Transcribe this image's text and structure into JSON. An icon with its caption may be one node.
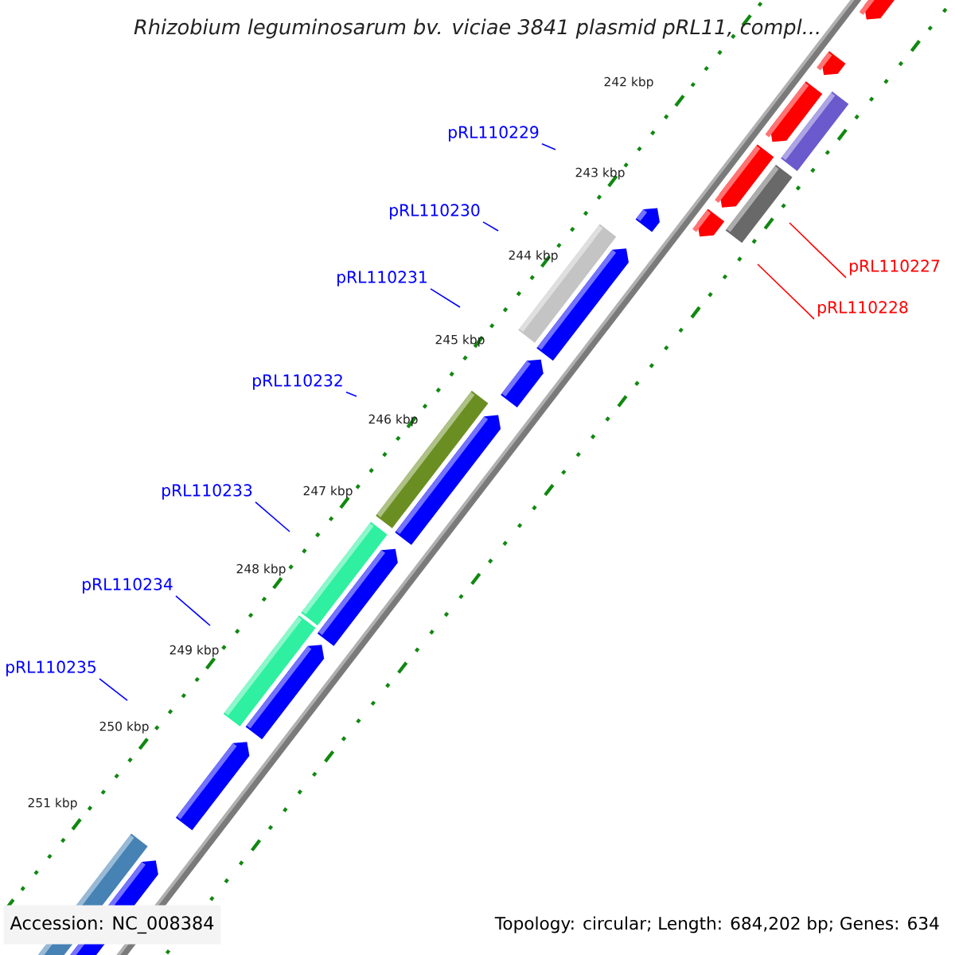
{
  "diagram": {
    "title": "Rhizobium leguminosarum bv. viciae 3841 plasmid pRL11, compl...",
    "nodes": [
      {
        "text": [
          "pRL110229"
        ]
      },
      {
        "text": [
          "pRL110230"
        ]
      },
      {
        "text": [
          "pRL110227"
        ]
      },
      {
        "text": [
          "pRL110231"
        ]
      },
      {
        "text": [
          "pRL110228"
        ]
      },
      {
        "text": [
          "pRL110232"
        ]
      },
      {
        "text": [
          "pRL110233"
        ]
      },
      {
        "text": [
          "pRL110234"
        ]
      },
      {
        "text": [
          "pRL110235"
        ]
      }
    ],
    "edges": [
      {
        "from": 0,
        "to": null,
        "arrow": "none"
      },
      {
        "from": 1,
        "to": null,
        "arrow": "none"
      },
      {
        "from": 2,
        "to": null,
        "arrow": "none",
        "color": "#ff0000"
      },
      {
        "from": 3,
        "to": null,
        "arrow": "none"
      },
      {
        "from": 4,
        "to": null,
        "arrow": "none",
        "color": "#ff0000"
      },
      {
        "from": 5,
        "to": null,
        "arrow": "none"
      },
      {
        "from": 6,
        "to": null,
        "arrow": "none"
      },
      {
        "from": 7,
        "to": null,
        "arrow": "none"
      },
      {
        "from": 8,
        "to": null,
        "arrow": "none"
      }
    ],
    "labels": [
      "242 kbp",
      "243 kbp",
      "244 kbp",
      "245 kbp",
      "246 kbp",
      "247 kbp",
      "248 kbp",
      "249 kbp",
      "250 kbp",
      "251 kbp",
      "Accession: NC_008384",
      "Topology: circular; Length: 684,202 bp; Genes: 634"
    ]
  }
}
